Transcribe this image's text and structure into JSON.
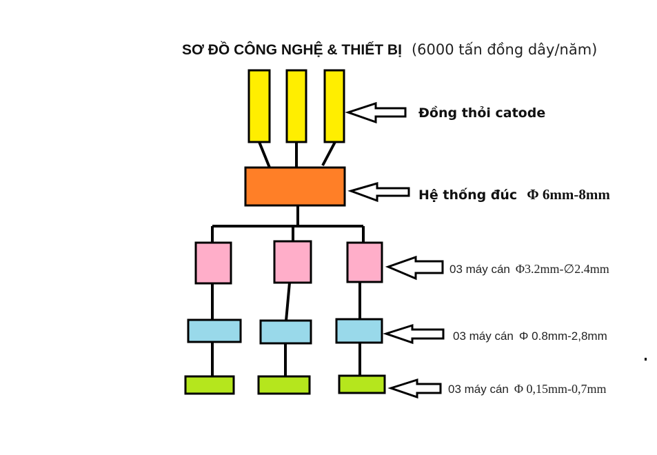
{
  "title": {
    "bold": "SƠ ĐỒ CÔNG NGHỆ & THIẾT BỊ",
    "normal": "(6000  tấn đồng dây/năm)"
  },
  "labels": {
    "catode": "Đồng thỏi catode",
    "casting_prefix": "Hệ thống đúc",
    "casting_suffix": "Φ 6mm-8mm",
    "mill1_prefix": "03 máy cán",
    "mill1_suffix": "Φ3.2mm-∅2.4mm",
    "mill2_prefix": "03 máy cán",
    "mill2_suffix": "Φ 0.8mm-2,8mm",
    "mill3_prefix": "03 máy cán",
    "mill3_suffix": "Φ 0,15mm-0,7mm"
  },
  "colors": {
    "catode": "#ffee00",
    "casting": "#ff7f27",
    "mill1": "#ffaec9",
    "mill2": "#99d9ea",
    "mill3": "#b5e61d",
    "stroke": "#000000"
  }
}
